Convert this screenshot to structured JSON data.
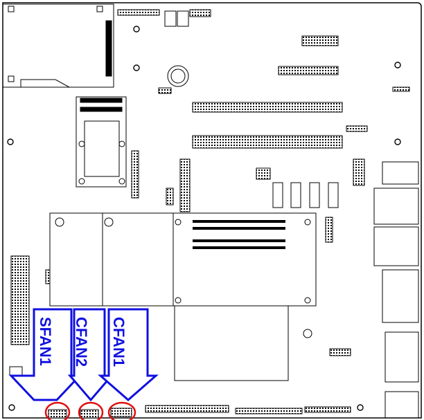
{
  "diagram": {
    "kind": "motherboard-layout",
    "callout_color": "#1010e0",
    "highlight_color": "#e01010",
    "labels": [
      {
        "id": "sfan1",
        "text": "SFAN1"
      },
      {
        "id": "cfan2",
        "text": "CFAN2"
      },
      {
        "id": "cfan1",
        "text": "CFAN1"
      }
    ]
  }
}
